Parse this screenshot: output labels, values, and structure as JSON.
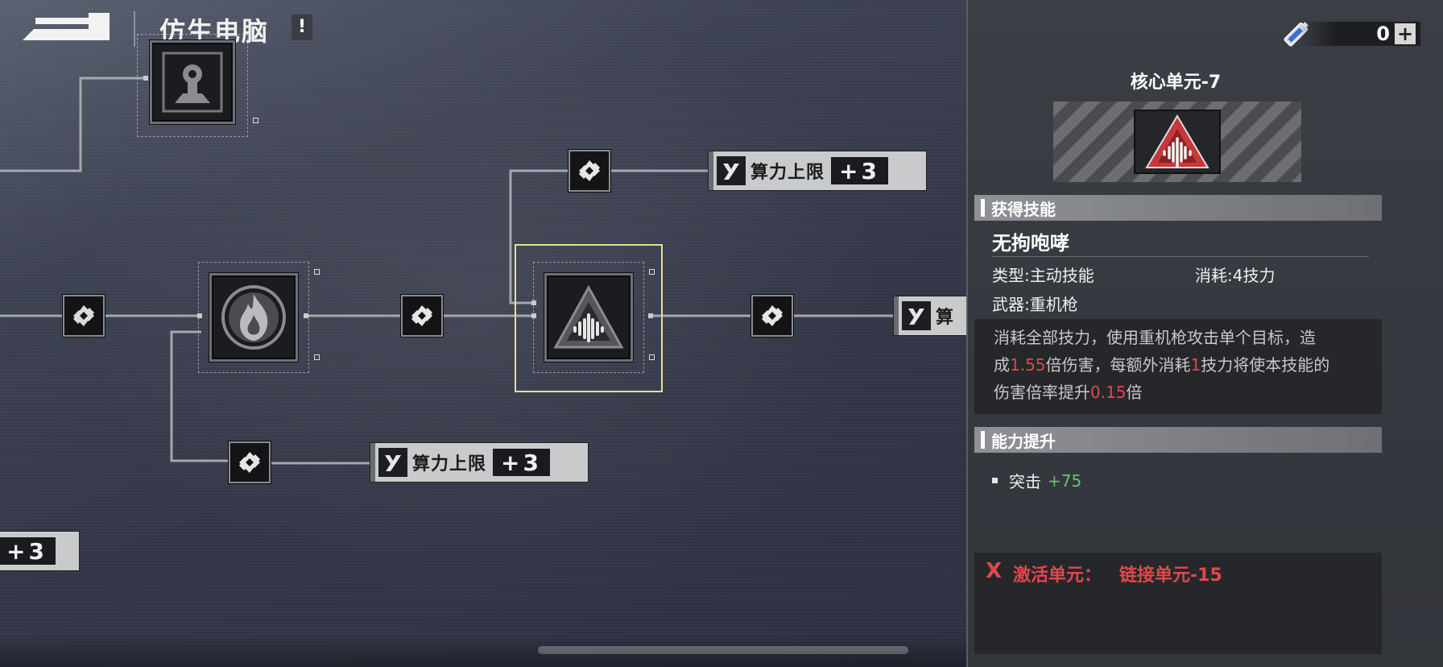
{
  "page": {
    "title": "仿生电脑",
    "title_mark": "!"
  },
  "tree": {
    "stat_cards": [
      {
        "label": "算力上限",
        "value": "+3"
      },
      {
        "label": "算力上限",
        "value": "+3"
      },
      {
        "label": "算",
        "value": ""
      },
      {
        "label": "",
        "value": "+3"
      }
    ]
  },
  "panel": {
    "currency_value": "0",
    "currency_plus": "+",
    "unit_name": "核心单元-7",
    "skill_section": "获得技能",
    "skill_name": "无拘咆哮",
    "type_label": "类型:主动技能",
    "cost_label": "消耗:4技力",
    "weapon_label": "武器:重机枪",
    "description": {
      "line1": "消耗全部技力，使用重机枪攻击单个目标，造",
      "l2_pre": "成",
      "l2_v1": "1.55",
      "l2_mid": "倍伤害，每额外消耗",
      "l2_v2": "1",
      "l2_post": "技力将使本技能的",
      "l3_pre": "伤害倍率提升",
      "l3_v": "0.15",
      "l3_post": "倍"
    },
    "ability_section": "能力提升",
    "ability_name": "突击",
    "ability_value": "+75",
    "requirement_x": "X",
    "requirement_label": "激活单元：",
    "requirement_target": "链接单元-15"
  },
  "colors": {
    "highlight": "#e9e08a",
    "danger": "#e0484a",
    "positive": "#67c46e"
  }
}
